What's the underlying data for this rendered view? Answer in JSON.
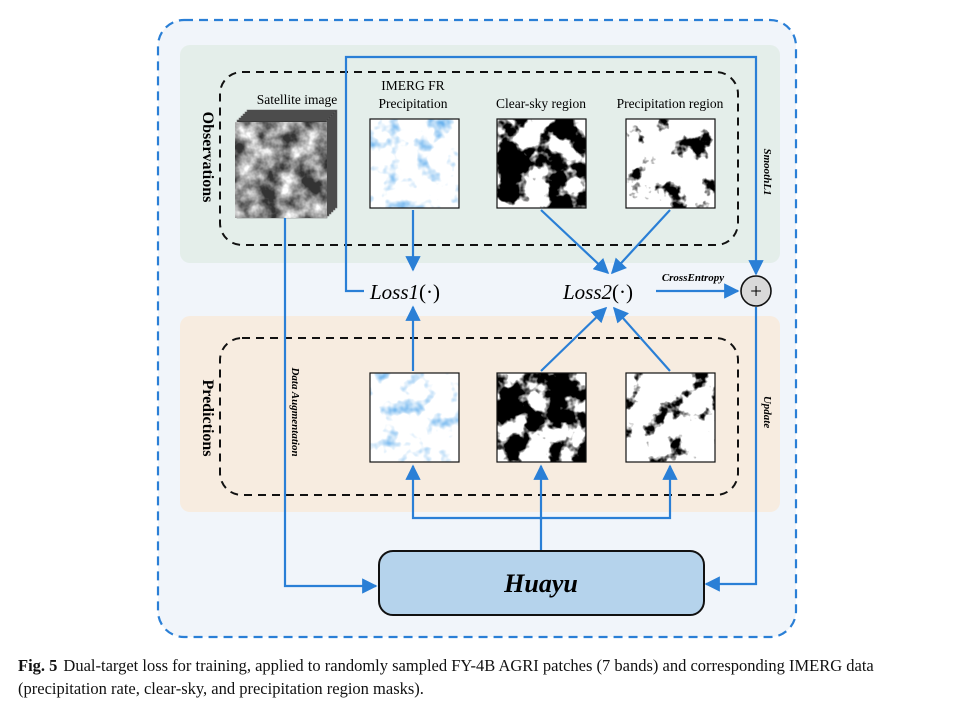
{
  "observations": {
    "section_label": "Observations",
    "satellite_label": "Satellite image",
    "imerg_label_line1": "IMERG FR",
    "imerg_label_line2": "Precipitation",
    "clear_sky_label": "Clear-sky region",
    "precip_region_label": "Precipitation region"
  },
  "predictions": {
    "section_label": "Predictions"
  },
  "losses": {
    "loss1_name": "Loss",
    "loss1_index": "1",
    "loss1_arg": "(·)",
    "loss2_name": "Loss",
    "loss2_index": "2",
    "loss2_arg": "(·)",
    "plus_symbol": "+"
  },
  "edge_labels": {
    "smooth_l1": "SmoothL1",
    "cross_entropy": "CrossEntropy",
    "data_augmentation": "Data Augmentation",
    "update": "Update"
  },
  "model": {
    "name": "Huayu"
  },
  "caption": {
    "figure_label": "Fig. 5",
    "text": "Dual-target loss for training, applied to randomly sampled FY-4B AGRI patches (7 bands) and corresponding IMERG data (precipitation rate, clear-sky, and precipitation region masks)."
  },
  "colors": {
    "arrow_blue": "#2a7fd6",
    "observations_bg": "#e4eeea",
    "predictions_bg": "#f7ece0",
    "model_fill": "#b5d3ec",
    "outer_bg": "#f1f5fa"
  }
}
